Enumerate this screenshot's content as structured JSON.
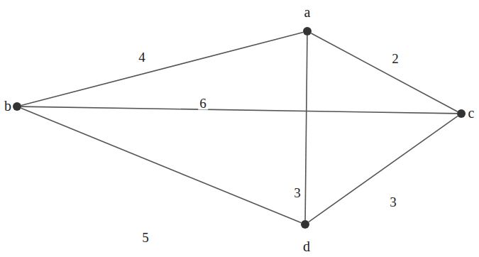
{
  "diagram": {
    "nodes": [
      {
        "text": [
          "a"
        ]
      },
      {
        "text": [
          "b"
        ]
      },
      {
        "text": [
          "c"
        ]
      },
      {
        "text": [
          "d"
        ]
      }
    ],
    "edges": [
      {
        "from": 0,
        "to": 1,
        "label": "4",
        "arrow": "none"
      },
      {
        "from": 0,
        "to": 2,
        "label": "2",
        "arrow": "none"
      },
      {
        "from": 1,
        "to": 2,
        "label": "6",
        "arrow": "none"
      },
      {
        "from": 0,
        "to": 3,
        "label": "3",
        "arrow": "none"
      },
      {
        "from": 1,
        "to": 3,
        "label": "5",
        "arrow": "none"
      },
      {
        "from": 2,
        "to": 3,
        "label": "3",
        "arrow": "none"
      }
    ]
  }
}
